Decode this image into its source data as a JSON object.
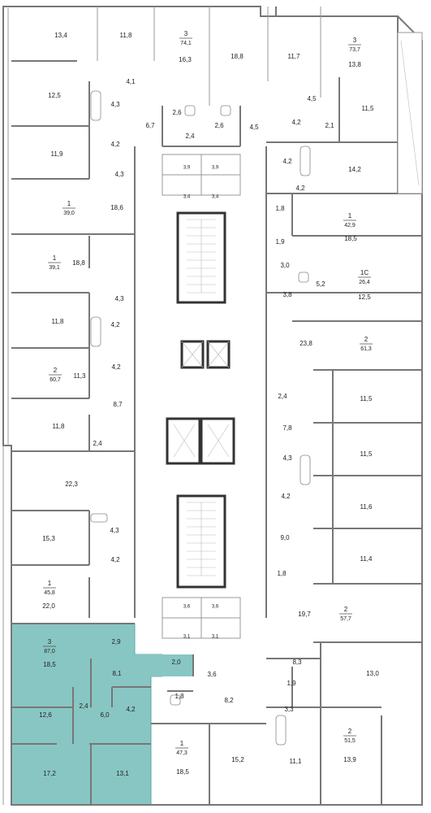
{
  "highlight_color": "#88c6c3",
  "highlight_stroke": "#5aa9a5",
  "wall_color": "#777777",
  "apartments": [
    {
      "id": "apt-3-74",
      "rooms": "3",
      "area": "74,1"
    },
    {
      "id": "apt-3-73",
      "rooms": "3",
      "area": "73,7"
    },
    {
      "id": "apt-1-39-0",
      "rooms": "1",
      "area": "39,0"
    },
    {
      "id": "apt-1-42-9",
      "rooms": "1",
      "area": "42,9"
    },
    {
      "id": "apt-1-39-1",
      "rooms": "1",
      "area": "39,1"
    },
    {
      "id": "apt-1c-26",
      "rooms": "1С",
      "area": "26,4"
    },
    {
      "id": "apt-2-61",
      "rooms": "2",
      "area": "61,3"
    },
    {
      "id": "apt-2-60",
      "rooms": "2",
      "area": "60,7"
    },
    {
      "id": "apt-1-45",
      "rooms": "1",
      "area": "45,8"
    },
    {
      "id": "apt-2-57",
      "rooms": "2",
      "area": "57,7"
    },
    {
      "id": "apt-3-87",
      "rooms": "3",
      "area": "87,0"
    },
    {
      "id": "apt-1-47",
      "rooms": "1",
      "area": "47,3"
    },
    {
      "id": "apt-2-51",
      "rooms": "2",
      "area": "51,5"
    }
  ],
  "room_areas": [
    "13,4",
    "11,8",
    "16,3",
    "18,8",
    "11,7",
    "13,8",
    "4,1",
    "12,5",
    "4,3",
    "2,6",
    "6,7",
    "2,6",
    "4,5",
    "11,5",
    "4,2",
    "2,1",
    "4,2",
    "2,4",
    "4,5",
    "11,9",
    "4,2",
    "14,2",
    "4,3",
    "3,9",
    "3,9",
    "3,4",
    "3,4",
    "4,2",
    "18,6",
    "1,8",
    "18,5",
    "1,9",
    "18,8",
    "3,0",
    "5,2",
    "12,5",
    "3,8",
    "4,3",
    "11,8",
    "4,2",
    "23,8",
    "4,2",
    "11,3",
    "2,4",
    "11,5",
    "8,7",
    "11,8",
    "7,8",
    "2,4",
    "11,5",
    "4,3",
    "22,3",
    "4,2",
    "4,3",
    "11,6",
    "15,3",
    "9,0",
    "4,2",
    "11,4",
    "1,8",
    "22,0",
    "3,6",
    "3,6",
    "19,7",
    "3,1",
    "3,1",
    "2,9",
    "18,5",
    "8,1",
    "2,0",
    "3,6",
    "8,3",
    "13,0",
    "1,8",
    "8,2",
    "1,9",
    "12,6",
    "2,4",
    "6,0",
    "4,2",
    "3,3",
    "17,2",
    "13,1",
    "18,5",
    "15,2",
    "11,1",
    "13,9"
  ]
}
